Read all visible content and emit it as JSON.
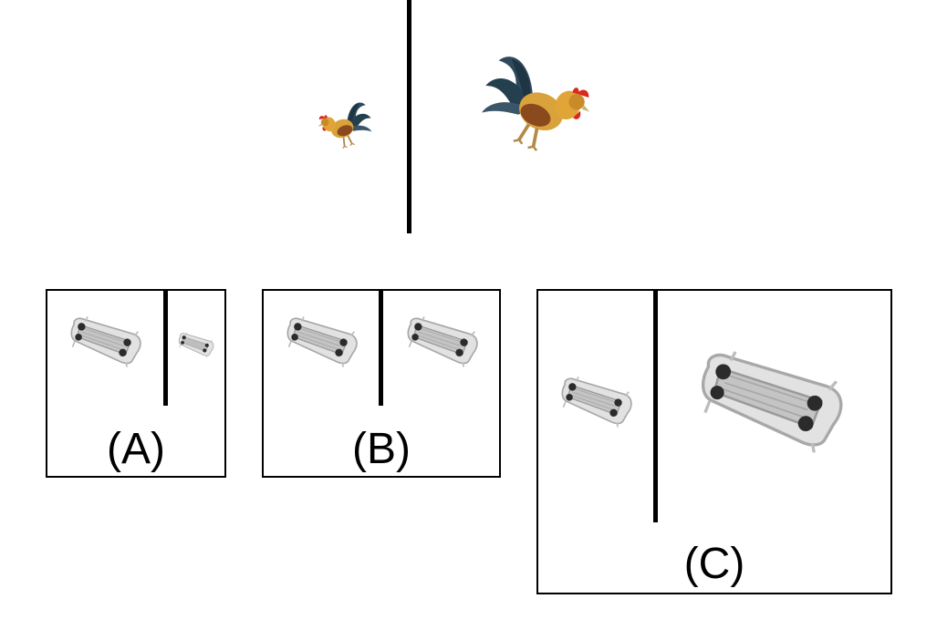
{
  "reference": {
    "left_object": "rooster-icon",
    "right_object": "rooster-icon"
  },
  "options": [
    {
      "label": "(A)",
      "left_object": "sofa-icon",
      "right_object": "sofa-icon"
    },
    {
      "label": "(B)",
      "left_object": "sofa-icon",
      "right_object": "sofa-icon"
    },
    {
      "label": "(C)",
      "left_object": "sofa-icon",
      "right_object": "sofa-icon"
    }
  ],
  "colors": {
    "line": "#000000",
    "rooster_tail": "#2f4a5c",
    "rooster_body": "#d9a23a",
    "rooster_comb": "#d92a1c",
    "sofa_frame": "#d6d6d6",
    "sofa_cushion": "#bcbcbc",
    "sofa_wheel": "#2b2b2b"
  }
}
